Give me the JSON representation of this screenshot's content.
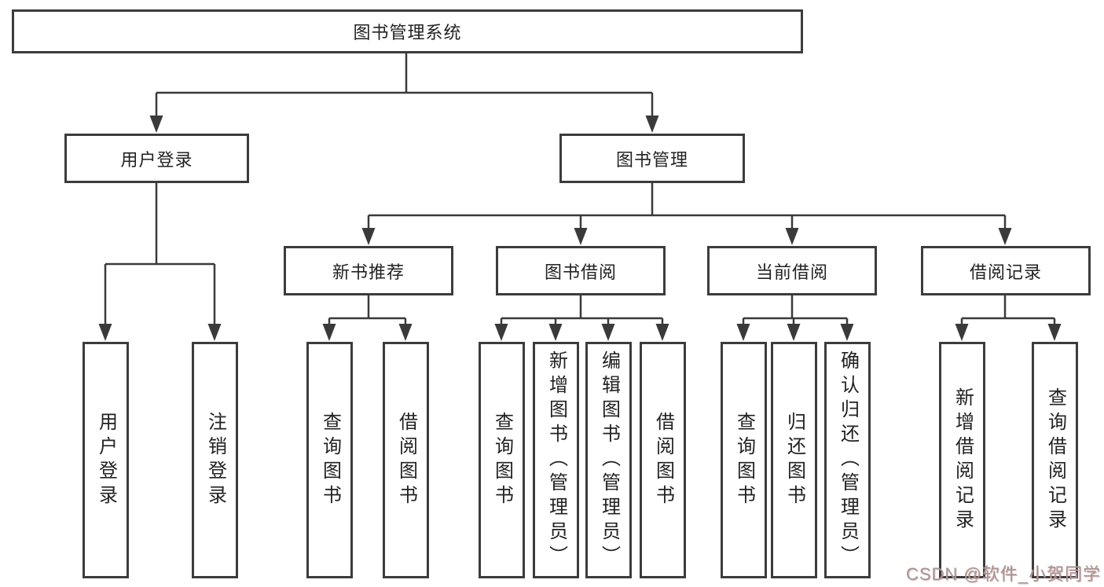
{
  "diagram": {
    "title": "图书管理系统",
    "root": {
      "label": "图书管理系统"
    },
    "level2": [
      {
        "label": "用户登录"
      },
      {
        "label": "图书管理"
      }
    ],
    "level3": [
      {
        "label": "新书推荐"
      },
      {
        "label": "图书借阅"
      },
      {
        "label": "当前借阅"
      },
      {
        "label": "借阅记录"
      }
    ],
    "leaves": {
      "user_login": [
        "用户登录",
        "注销登录"
      ],
      "new_books": [
        "查询图书",
        "借阅图书"
      ],
      "book_borrow": [
        "查询图书",
        "新增图书（管理员）",
        "编辑图书（管理员）",
        "借阅图书"
      ],
      "current_borrow": [
        "查询图书",
        "归还图书",
        "确认归还（管理员）"
      ],
      "borrow_records": [
        "新增借阅记录",
        "查询借阅记录"
      ]
    }
  },
  "watermark": {
    "text": "CSDN @软件_小贺同学"
  },
  "colors": {
    "line": "#3a3a3a",
    "box_border": "#3c3c3c",
    "text": "#222222",
    "watermark_gray": "#9b9b9b",
    "watermark_red": "#e26e6a",
    "background": "#ffffff"
  }
}
